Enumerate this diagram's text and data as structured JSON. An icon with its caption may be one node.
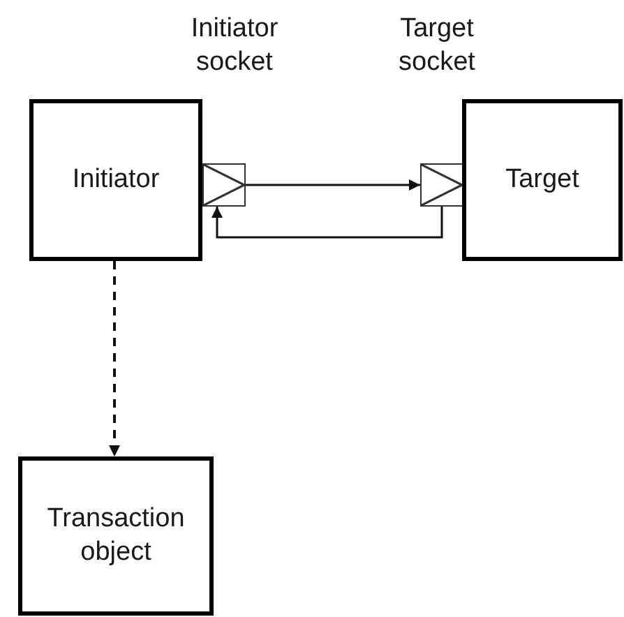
{
  "diagram": {
    "nodes": [
      {
        "text": [
          "Initiator"
        ]
      },
      {
        "text": [],
        "shape": "box"
      },
      {
        "text": [],
        "shape": "box"
      },
      {
        "text": [
          "Target"
        ]
      },
      {
        "text": [
          "Transaction object"
        ]
      }
    ],
    "edges": [
      {
        "from": 1,
        "to": 2,
        "arrow": "to"
      },
      {
        "from": 2,
        "to": 1,
        "arrow": "to"
      },
      {
        "from": 0,
        "to": 4,
        "arrow": "to",
        "style": "dashed"
      }
    ],
    "labels": [
      "Initiator socket",
      "Target socket"
    ]
  }
}
